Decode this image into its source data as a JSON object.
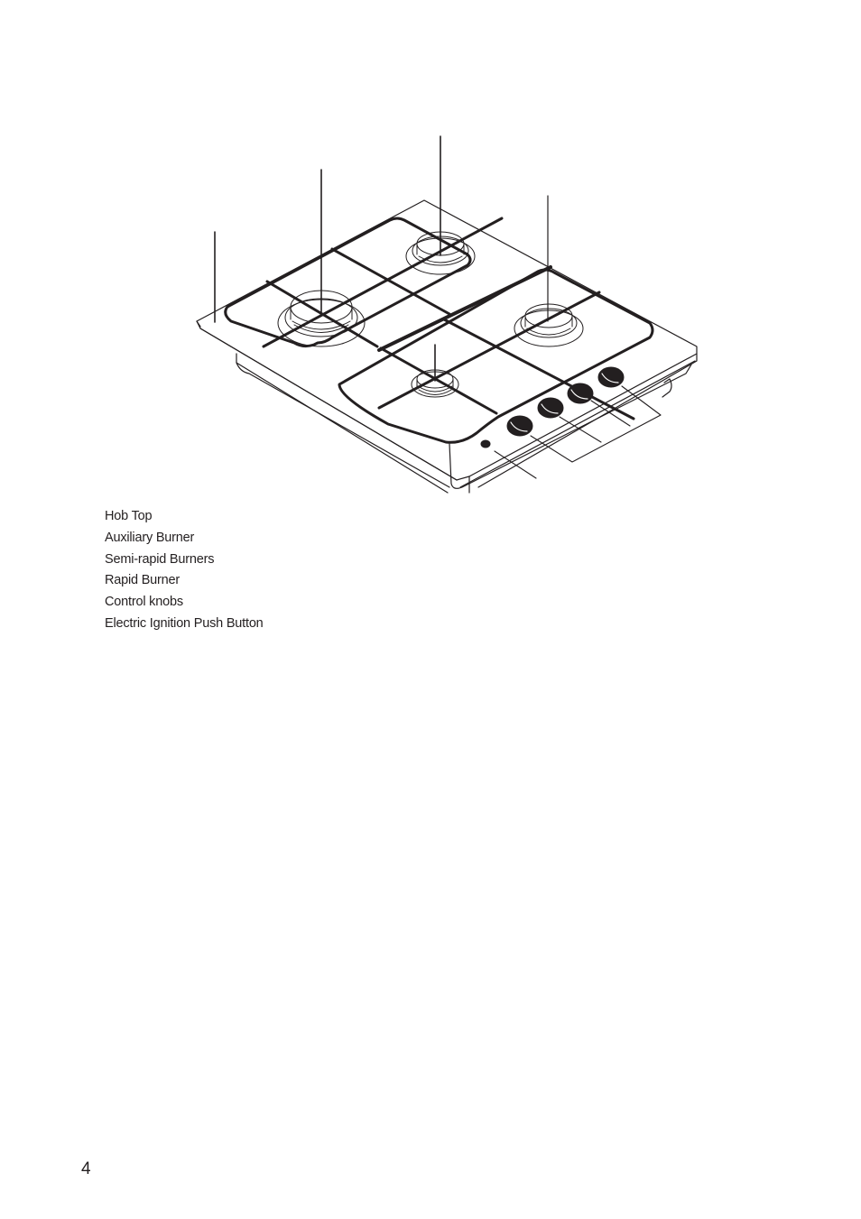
{
  "diagram": {
    "subject": "gas-hob-isometric-view",
    "callout_count": 6
  },
  "legend": {
    "items": [
      {
        "label": "Hob Top"
      },
      {
        "label": "Auxiliary Burner"
      },
      {
        "label": "Semi-rapid Burners"
      },
      {
        "label": "Rapid Burner"
      },
      {
        "label": "Control knobs"
      },
      {
        "label": "Electric Ignition Push Button"
      }
    ]
  },
  "page": {
    "number": "4"
  },
  "colors": {
    "ink": "#231f20",
    "background": "#ffffff"
  }
}
